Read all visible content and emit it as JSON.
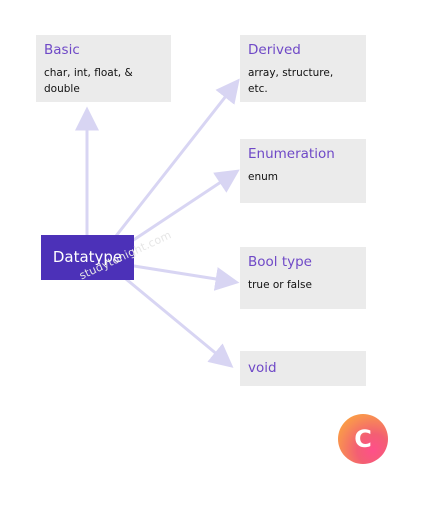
{
  "diagram": {
    "center": {
      "label": "Datatype"
    },
    "nodes": {
      "basic": {
        "title": "Basic",
        "desc": "char, int, float, & double"
      },
      "derived": {
        "title": "Derived",
        "desc": "array, structure, etc."
      },
      "enumeration": {
        "title": "Enumeration",
        "desc": "enum"
      },
      "bool": {
        "title": "Bool type",
        "desc": "true or false"
      },
      "void": {
        "title": "void"
      }
    },
    "watermark": "studytonight.com",
    "logo_letter": "C",
    "colors": {
      "center_bg": "#4c31b8",
      "title_text": "#6f49c7",
      "box_bg": "#ebebeb",
      "arrow": "#d8d5f3"
    }
  }
}
